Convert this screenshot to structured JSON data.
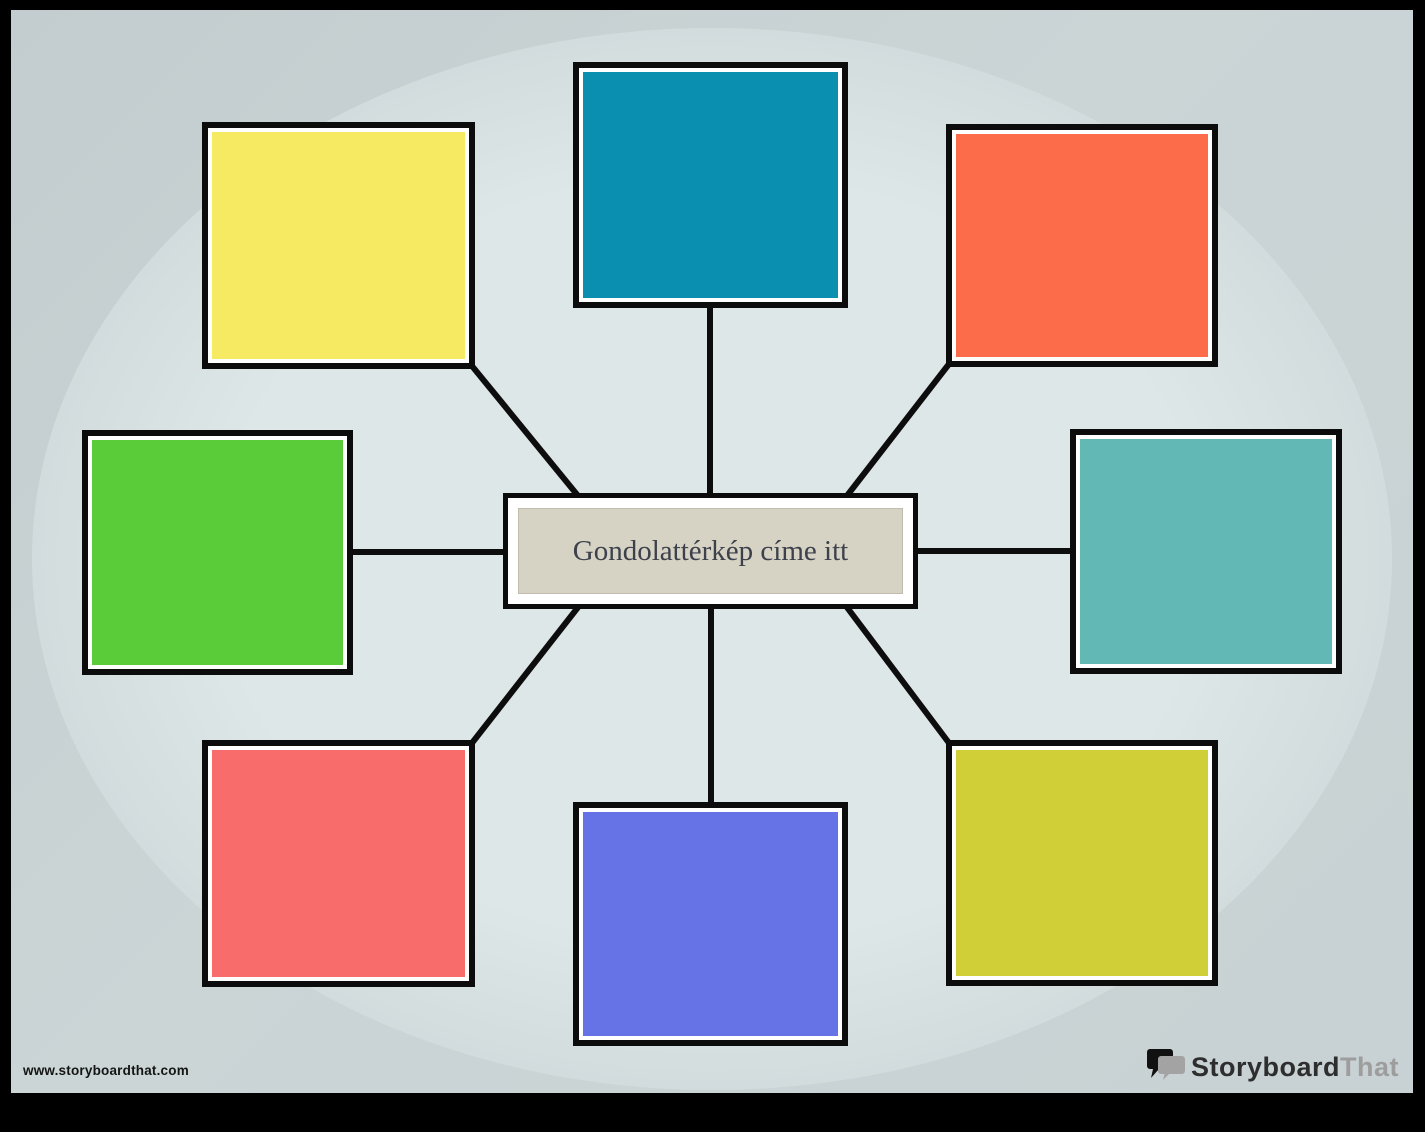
{
  "map": {
    "center": {
      "label": "Gondolattérkép címe itt",
      "fill": "#d6d2c4",
      "text_color": "#3c414b"
    },
    "nodes": [
      {
        "id": "top-left",
        "color": "#f5ea62"
      },
      {
        "id": "top",
        "color": "#0a8fb0"
      },
      {
        "id": "top-right",
        "color": "#fc6c4a"
      },
      {
        "id": "left",
        "color": "#5bcc39"
      },
      {
        "id": "right",
        "color": "#62b8b5"
      },
      {
        "id": "bottom-left",
        "color": "#f96c6c"
      },
      {
        "id": "bottom",
        "color": "#6673e6"
      },
      {
        "id": "bottom-right",
        "color": "#d0cf38"
      }
    ],
    "node_count": 8
  },
  "theme": {
    "frame_color": "#000000",
    "background_outer": "#c8d2d4",
    "background_ellipse": "#dde7e7",
    "connector_color": "#0d0d0d",
    "node_border_color": "#0c0c0c",
    "node_inner_ring_color": "#ffffff"
  },
  "footer": {
    "watermark": "www.storyboardthat.com",
    "brand_primary": "Storyboard",
    "brand_secondary": "That"
  }
}
